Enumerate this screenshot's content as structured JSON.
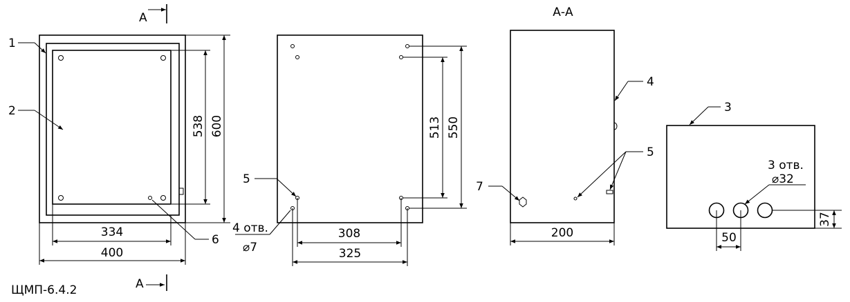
{
  "diagram": {
    "model": "ЩМП-6.4.2",
    "section_label": "А",
    "section_title": "А-А",
    "front": {
      "height_outer": "600",
      "height_inner": "538",
      "width_inner": "334",
      "width_outer": "400",
      "callout_1": "1",
      "callout_2": "2",
      "callout_6": "6"
    },
    "back": {
      "height_outer": "550",
      "height_inner": "513",
      "width_inner": "308",
      "width_outer": "325",
      "callout_5": "5",
      "holes_count": "4 отв.",
      "holes_dia": "⌀7"
    },
    "side": {
      "depth": "200",
      "callout_4": "4",
      "callout_5": "5",
      "callout_7": "7"
    },
    "bottom": {
      "callout_3": "3",
      "holes_count": "3 отв.",
      "holes_dia": "⌀32",
      "spacing": "50",
      "offset": "37"
    }
  }
}
